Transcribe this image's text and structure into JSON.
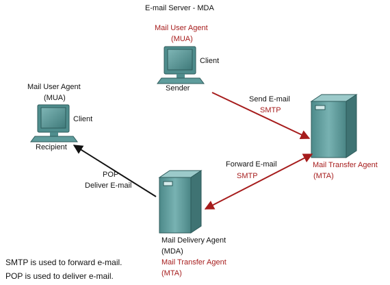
{
  "title": "E-mail Server - MDA",
  "sender": {
    "agent_label": "Mail User Agent",
    "agent_abbr": "(MUA)",
    "client_label": "Client",
    "role_label": "Sender"
  },
  "recipient": {
    "agent_label": "Mail User Agent",
    "agent_abbr": "(MUA)",
    "client_label": "Client",
    "role_label": "Recipient"
  },
  "mta_server": {
    "label": "Mail Transfer Agent",
    "abbr": "(MTA)"
  },
  "mda_server": {
    "label": "Mail Delivery Agent",
    "abbr": "(MDA)",
    "mta_label": "Mail Transfer Agent",
    "mta_abbr": "(MTA)"
  },
  "arrows": {
    "send": {
      "action": "Send E-mail",
      "protocol": "SMTP"
    },
    "forward": {
      "action": "Forward E-mail",
      "protocol": "SMTP"
    },
    "deliver": {
      "protocol": "POP",
      "action": "Deliver E-mail"
    }
  },
  "notes": {
    "smtp": "SMTP is used to forward e-mail.",
    "pop": "POP is used to deliver e-mail."
  },
  "colors": {
    "accent_red": "#a61c1c",
    "device_teal": "#5f9c9c",
    "arrow_black": "#111111"
  }
}
